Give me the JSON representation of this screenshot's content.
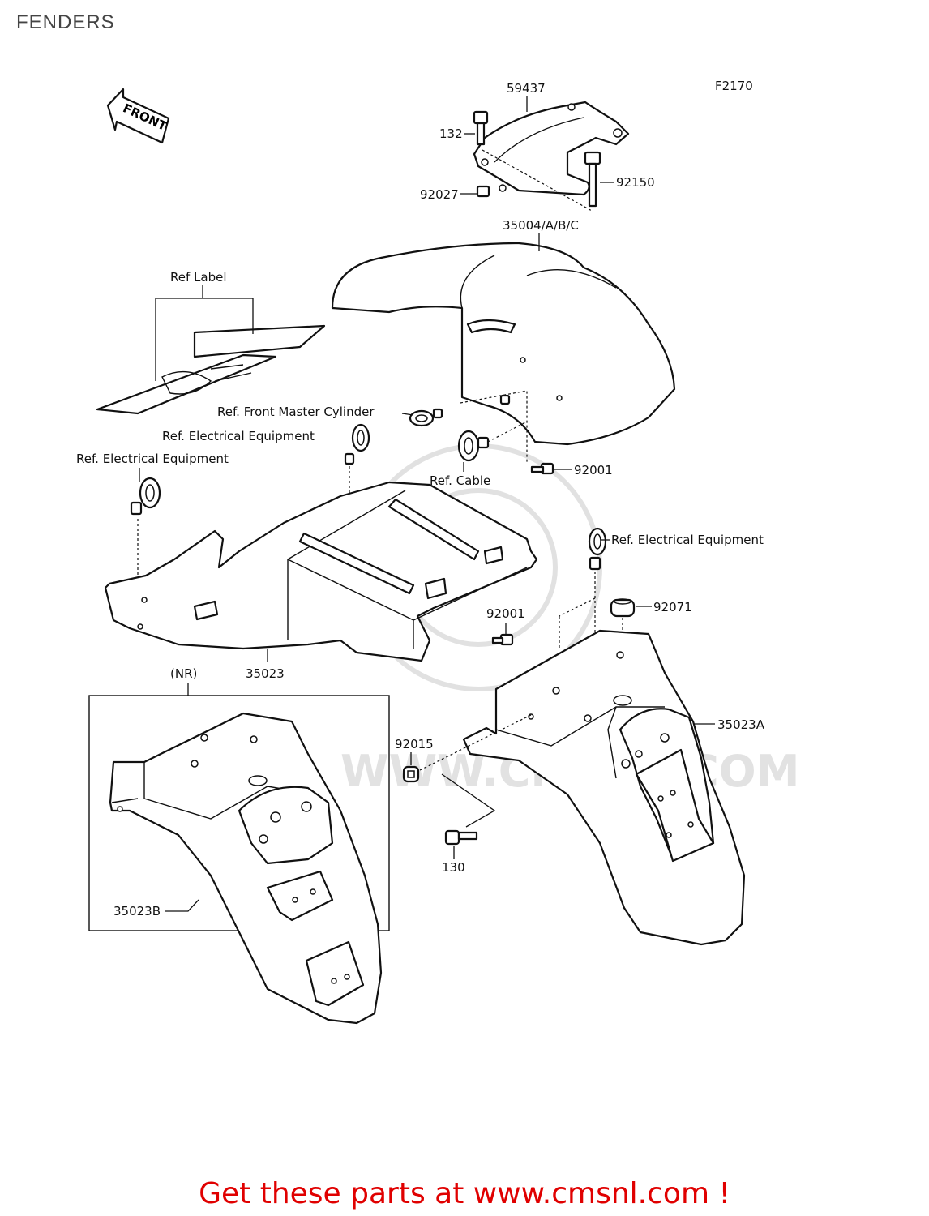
{
  "page": {
    "title": "FENDERS",
    "figure_code": "F2170"
  },
  "front_arrow": {
    "text": "FRONT"
  },
  "parts": {
    "p59437": "59437",
    "p132": "132",
    "p92027": "92027",
    "p92150": "92150",
    "p35004": "35004/A/B/C",
    "ref_label": "Ref Label",
    "ref_front_master_cylinder": "Ref. Front Master Cylinder",
    "ref_electrical_1": "Ref. Electrical Equipment",
    "ref_electrical_2": "Ref. Electrical Equipment",
    "ref_cable": "Ref. Cable",
    "p92001_a": "92001",
    "ref_electrical_3": "Ref. Electrical Equipment",
    "p92071": "92071",
    "p92001_b": "92001",
    "p35023": "35023",
    "nr": "(NR)",
    "p35023a": "35023A",
    "p92015": "92015",
    "p130": "130",
    "p35023b": "35023B"
  },
  "footer": {
    "text": "Get these parts at www.cmsnl.com !"
  }
}
